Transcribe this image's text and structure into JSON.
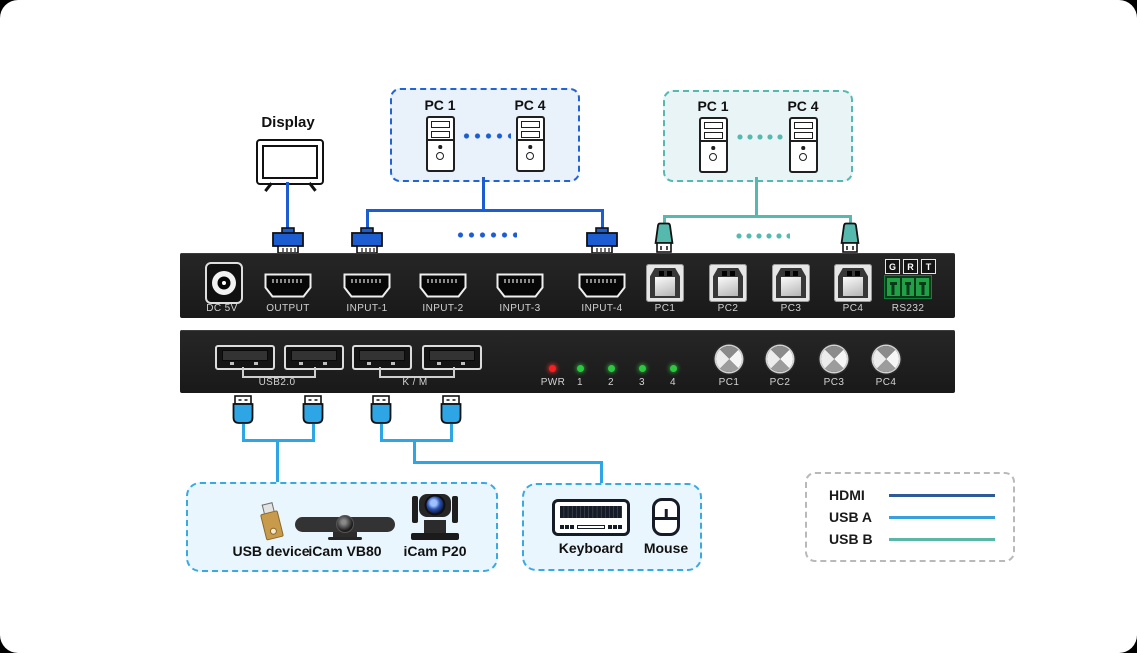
{
  "display": {
    "label": "Display"
  },
  "hdmi_pc_group": {
    "first_label": "PC 1",
    "last_label": "PC 4"
  },
  "usb_pc_group": {
    "first_label": "PC 1",
    "last_label": "PC 4"
  },
  "rear_panel": {
    "dc_label": "DC 5V",
    "ports": {
      "output": "OUTPUT",
      "input1": "INPUT-1",
      "input2": "INPUT-2",
      "input3": "INPUT-3",
      "input4": "INPUT-4",
      "pc1": "PC1",
      "pc2": "PC2",
      "pc3": "PC3",
      "pc4": "PC4"
    },
    "rs232": {
      "label": "RS232",
      "pin_g": "G",
      "pin_r": "R",
      "pin_t": "T"
    }
  },
  "front_panel": {
    "usb20_label": "USB2.0",
    "km_label": "K / M",
    "pwr_label": "PWR",
    "led_labels": [
      "1",
      "2",
      "3",
      "4"
    ],
    "buttons": [
      "PC1",
      "PC2",
      "PC3",
      "PC4"
    ]
  },
  "peripheral_box": {
    "usb_device_label": "USB device",
    "vb80_label": "iCam VB80",
    "p20_label": "iCam P20"
  },
  "km_box": {
    "keyboard_label": "Keyboard",
    "mouse_label": "Mouse"
  },
  "legend": {
    "hdmi_label": "HDMI",
    "usb_a_label": "USB A",
    "usb_b_label": "USB B"
  },
  "colors": {
    "hdmi_cable": "#1c5ed2",
    "usb_a_cable": "#2ea6e5",
    "usb_b_cable": "#55b9ae",
    "legend_hdmi": "#2e5b96",
    "legend_usb_a": "#3aa0dc",
    "legend_usb_b": "#58b7a5",
    "hdmi_box_border": "#2263d6",
    "usb_box_border": "#55b9ae",
    "bottom_box_border": "#39a9e2"
  }
}
